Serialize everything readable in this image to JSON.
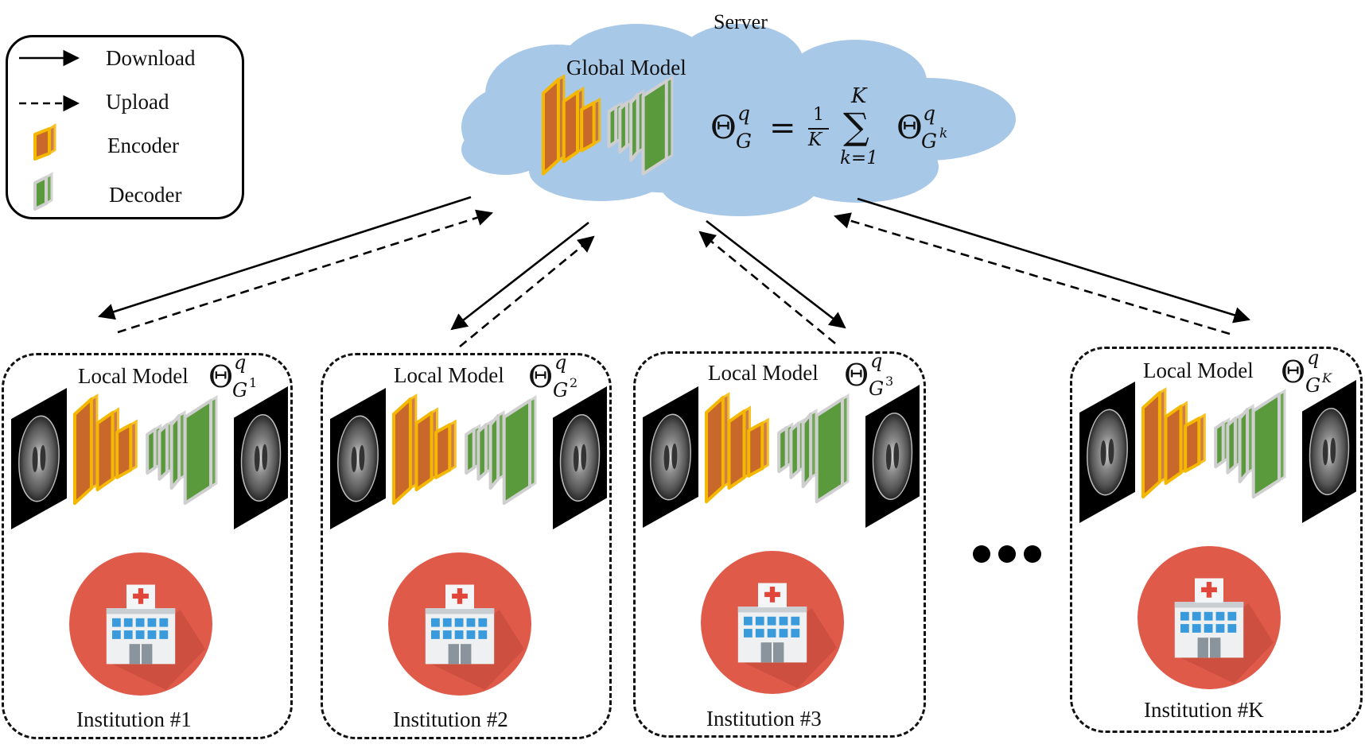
{
  "server": {
    "label": "Server",
    "model_label": "Global Model",
    "formula": {
      "lhs_symbol": "Θ",
      "lhs_sup": "q",
      "lhs_sub": "G",
      "equals": "=",
      "frac_num": "1",
      "frac_den": "K",
      "sum_top": "K",
      "sum_symbol": "∑",
      "sum_bottom": "k=1",
      "rhs_symbol": "Θ",
      "rhs_sup": "q",
      "rhs_sub": "G",
      "rhs_sub_sup": "k"
    }
  },
  "legend": {
    "download": "Download",
    "upload": "Upload",
    "encoder": "Encoder",
    "decoder": "Decoder"
  },
  "institutions": [
    {
      "model_label": "Local Model",
      "theta": "Θ",
      "sup": "q",
      "sub": "G",
      "sub_sup": "1",
      "name": "Institution #1"
    },
    {
      "model_label": "Local Model",
      "theta": "Θ",
      "sup": "q",
      "sub": "G",
      "sub_sup": "2",
      "name": "Institution #2"
    },
    {
      "model_label": "Local Model",
      "theta": "Θ",
      "sup": "q",
      "sub": "G",
      "sub_sup": "3",
      "name": "Institution #3"
    },
    {
      "model_label": "Local Model",
      "theta": "Θ",
      "sup": "q",
      "sub": "G",
      "sub_sup": "K",
      "name": "Institution #K"
    }
  ],
  "colors": {
    "cloud": "#a8c8e8",
    "encoder_fill": "#c8682a",
    "encoder_edge": "#f5b800",
    "decoder_fill": "#5a9a3c",
    "decoder_edge": "#cfcfcf",
    "hospital_circle": "#e05a4a",
    "hospital_shadow": "#c44a3b"
  },
  "icons": [
    "cloud-icon",
    "encoder-icon",
    "decoder-icon",
    "hospital-icon",
    "mri-image"
  ]
}
